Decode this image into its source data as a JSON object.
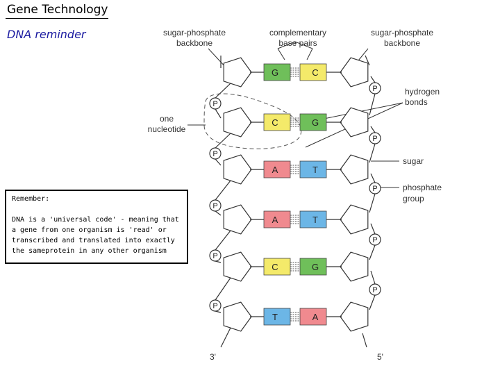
{
  "slide": {
    "title": "Gene Technology",
    "subtitle": "DNA reminder"
  },
  "remember": {
    "heading": "Remember:",
    "body": "DNA is a 'universal code' - meaning that a gene from one organism is 'read' or transcribed and translated into exactly the sameprotein in any other organism"
  },
  "diagram": {
    "labels": {
      "sugar_phosphate_left": [
        "sugar-phosphate",
        "backbone"
      ],
      "complementary": [
        "complementary",
        "base pairs"
      ],
      "sugar_phosphate_right": [
        "sugar-phosphate",
        "backbone"
      ],
      "hydrogen_bonds": [
        "hydrogen",
        "bonds"
      ],
      "one_nucleotide": [
        "one",
        "nucleotide"
      ],
      "sugar": "sugar",
      "phosphate_group": [
        "phosphate",
        "group"
      ],
      "end_left": "3'",
      "end_right": "5'"
    },
    "phosphate_symbol": "P",
    "base_pairs": [
      {
        "left": "G",
        "right": "C"
      },
      {
        "left": "C",
        "right": "G"
      },
      {
        "left": "A",
        "right": "T"
      },
      {
        "left": "A",
        "right": "T"
      },
      {
        "left": "C",
        "right": "G"
      },
      {
        "left": "T",
        "right": "A"
      }
    ],
    "base_colors": {
      "G": "#6fbf5a",
      "C": "#f4ea6a",
      "A": "#f08a8f",
      "T": "#6cb6e6"
    }
  }
}
